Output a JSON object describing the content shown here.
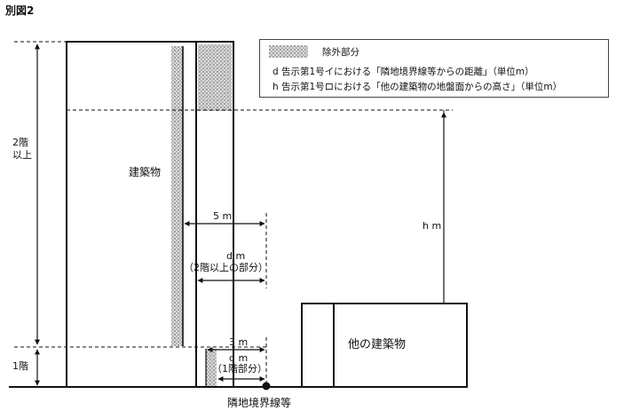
{
  "title": "別図2",
  "legend": {
    "excluded": "除外部分",
    "d_line": "d 告示第1号イにおける「隣地境界線等からの距離」（単位m）",
    "h_line": "h 告示第1号ロにおける「他の建築物の地盤面からの高さ」（単位m）"
  },
  "labels": {
    "floor2_line1": "2階",
    "floor2_line2": "以上",
    "floor1": "1階",
    "building": "建築物",
    "five_m": "5 m",
    "d_m_upper": "d m",
    "upper_part": "（2階以上の部分）",
    "three_m": "3 m",
    "d_m_lower": "d m",
    "lower_part": "（1階部分）",
    "h_m": "h m",
    "other_building": "他の建築物",
    "boundary": "隣地境界線等"
  },
  "colors": {
    "line": "#111111",
    "hatch": "#9a9a9a",
    "hatch_dark": "#6f6f6f"
  }
}
